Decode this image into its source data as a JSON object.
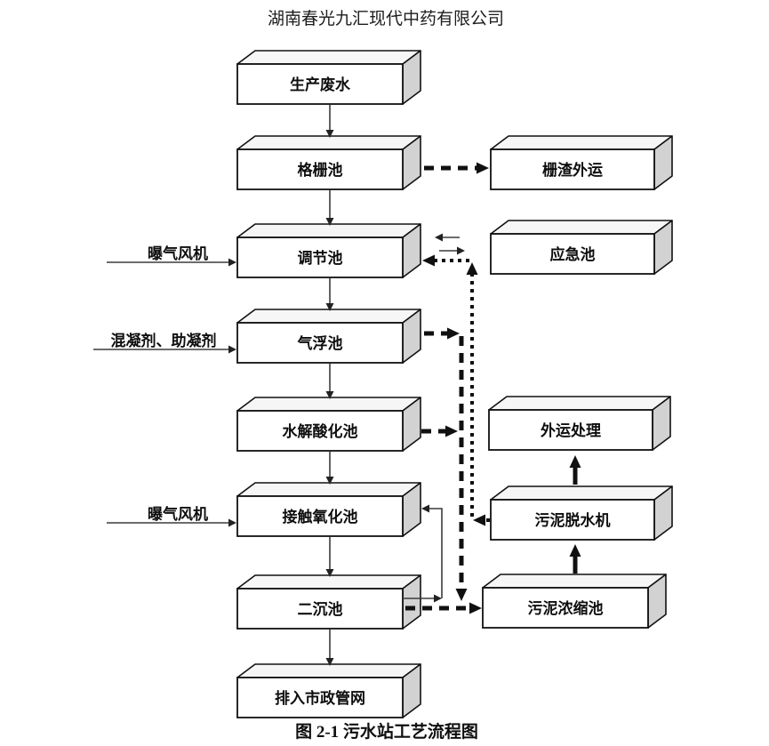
{
  "title": "湖南春光九汇现代中药有限公司",
  "caption": "图 2-1 污水站工艺流程图",
  "nodes": {
    "production_wastewater": "生产废水",
    "grid_pool": "格栅池",
    "regulating_pool": "调节池",
    "air_flotation_pool": "气浮池",
    "hydrolysis_acidification_pool": "水解酸化池",
    "contact_oxidation_pool": "接触氧化池",
    "secondary_sedimentation_pool": "二沉池",
    "municipal_pipe_network": "排入市政管网",
    "grid_residue_outbound": "栅渣外运",
    "emergency_pool": "应急池",
    "outbound_treatment": "外运处理",
    "sludge_dewatering_machine": "污泥脱水机",
    "sludge_thickening_pool": "污泥浓缩池"
  },
  "input_labels": {
    "aeration_blower_top": "曝气风机",
    "coagulant": "混凝剂、助凝剂",
    "aeration_blower_bottom": "曝气风机"
  },
  "colors": {
    "line": "#111111",
    "box_front": "#ffffff",
    "box_top": "#f6f6f6",
    "box_side": "#d2d2d2",
    "page_bg": "#ffffff"
  }
}
